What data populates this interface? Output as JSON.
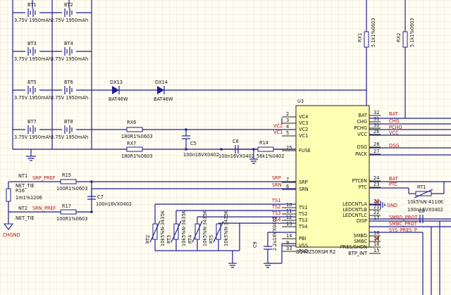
{
  "batteries": [
    {
      "ref": "BT1",
      "value": "3.75V 1950mAh"
    },
    {
      "ref": "BT2",
      "value": "3.75V 1950mAh"
    },
    {
      "ref": "BT3",
      "value": "3.75V 1950mAh"
    },
    {
      "ref": "BT4",
      "value": "3.75V 1950mAh"
    },
    {
      "ref": "BT5",
      "value": "3.75V 1950mAh"
    },
    {
      "ref": "BT6",
      "value": "3.75V 1950mAh"
    },
    {
      "ref": "BT7",
      "value": "3.75V 1950mAh"
    },
    {
      "ref": "BT8",
      "value": "3.75V 1950mAh"
    }
  ],
  "diodes": [
    {
      "ref": "DX13",
      "value": "BAT46W"
    },
    {
      "ref": "DX14",
      "value": "BAT46W"
    }
  ],
  "resistors": {
    "rx1": {
      "ref": "RX1",
      "value": "5.1k1%0603"
    },
    "rx2": {
      "ref": "RX2",
      "value": "5.1k1%0603"
    },
    "rx6": {
      "ref": "RX6",
      "value": "180R1%0603"
    },
    "rx7": {
      "ref": "RX7",
      "value": "180R1%0603"
    },
    "r14": {
      "ref": "R14",
      "value": "56k1%0402"
    },
    "r15": {
      "ref": "R15",
      "value": "100R1%0603"
    },
    "r16": {
      "ref": "R16",
      "value": "1m1%1206"
    },
    "r17": {
      "ref": "R17",
      "value": "100R1%0603"
    }
  },
  "capacitors": {
    "c5": {
      "ref": "C5",
      "value": "100n16VX0402"
    },
    "c6": {
      "ref": "C6",
      "value": "100n16VX0402"
    },
    "c7": {
      "ref": "C7",
      "value": "100n16VX0402"
    },
    "c8": {
      "ref": "C8",
      "value": "100n16VX0402"
    },
    "c9": {
      "ref": "C9",
      "value": "2.2u16VX0402"
    }
  },
  "thermistors": [
    {
      "ref": "RT2",
      "value": "10k5%N-3435K"
    },
    {
      "ref": "RT3",
      "value": "10k5%N-3435K"
    },
    {
      "ref": "RT4",
      "value": "10k5%N-3435K"
    },
    {
      "ref": "RT5",
      "value": "10k5%N-3435K"
    }
  ],
  "rt1": {
    "ref": "RT1",
    "value": "10k5%N-4110K"
  },
  "net_ties": [
    {
      "ref": "NT1",
      "value": "NET_TIE"
    },
    {
      "ref": "NT2",
      "value": "NET_TIE"
    }
  ],
  "ic": {
    "ref": "U3",
    "part": "BQ40Z50RSM R2",
    "left_pins": [
      {
        "num": "2",
        "name": "VC4"
      },
      {
        "num": "3",
        "name": "VC3"
      },
      {
        "num": "4",
        "name": "VC2"
      },
      {
        "num": "5",
        "name": "VC1"
      },
      {
        "num": "25",
        "name": "FUSE"
      },
      {
        "num": "7",
        "name": "SRP"
      },
      {
        "num": "6",
        "name": "SRN"
      },
      {
        "num": "10",
        "name": "TS1"
      },
      {
        "num": "11",
        "name": "TS2"
      },
      {
        "num": "12",
        "name": "TS3"
      },
      {
        "num": "13",
        "name": "TS4"
      },
      {
        "num": "14",
        "name": "PBI"
      },
      {
        "num": "9",
        "name": "VSS"
      },
      {
        "num": "33",
        "name": "PAD"
      }
    ],
    "right_pins": [
      {
        "num": "32",
        "name": "BAT"
      },
      {
        "num": "31",
        "name": "CHG"
      },
      {
        "num": "30",
        "name": "PCHG"
      },
      {
        "num": "26",
        "name": "VCC"
      },
      {
        "num": "28",
        "name": "DSG"
      },
      {
        "num": "27",
        "name": "PACK"
      },
      {
        "num": "24",
        "name": "PTCEN"
      },
      {
        "num": "23",
        "name": "PTC"
      },
      {
        "num": "20",
        "name": "LEDCNTLA"
      },
      {
        "num": "21",
        "name": "LEDCNTLB"
      },
      {
        "num": "22",
        "name": "LEDCNTLC"
      },
      {
        "num": "17",
        "name": "DISP"
      },
      {
        "num": "18",
        "name": "SMBD"
      },
      {
        "num": "19",
        "name": "SMBC"
      },
      {
        "num": "16",
        "name": "PRES/SHDN"
      },
      {
        "num": "15",
        "name": "BTP_INT"
      }
    ]
  },
  "net_labels": {
    "vc2": "VC2",
    "vc1": "VC1",
    "srp": "SRP",
    "srn": "SRN",
    "ts1": "TS1",
    "ts2": "TS2",
    "ts3": "TS3",
    "ts4": "TS4",
    "srp_pref": "SRP_PREF",
    "srn_pref": "SRN_PREF",
    "bat": "BAT",
    "chg": "CHG",
    "pchg": "PCHG",
    "vcc": "VCC",
    "dsg": "DSG",
    "bat2": "BAT",
    "ptc": "PTC",
    "smbd_prot": "SMBD_PROT",
    "smbc_prot": "SMBC_PROT",
    "sys_pres": "SYS_PRES_P"
  },
  "ground_labels": {
    "chgnd": "CHGND",
    "gnd": "GND"
  },
  "colors": {
    "background": "#fffdf2",
    "wire": "#1e1e96",
    "net": "#b41414",
    "grid": "#d9d2c2"
  }
}
